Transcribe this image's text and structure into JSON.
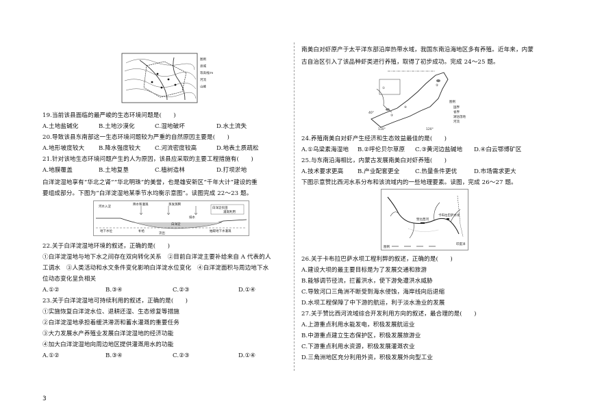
{
  "page_number": "3",
  "left": {
    "fig1_labels": [
      "图例",
      "县城",
      "等高线/m",
      "河流",
      "山峰"
    ],
    "q19": {
      "stem": "19.当前该县面临的最严峻的生态环境问题是(　　)",
      "opts": [
        "A.土地盐碱化",
        "B.土地沙漠化",
        "C.湿地破坏",
        "D.水土流失"
      ]
    },
    "q20": {
      "stem": "20.导致该县东南部这一生态环境问题较为严重的自然原因主要是(　　)",
      "opts": [
        "A.地形坡度较大",
        "B.降水强度较大",
        "C.河流密度较高",
        "D.地表土质疏松"
      ]
    },
    "q21": {
      "stem": "21.针对该地生态环境问题产生的人为原因，该县应采取的主要工程措施有(　　)",
      "opts": [
        "A.地膜覆盖",
        "B.土地复垦",
        "C.植树造林",
        "D.打坝淤地"
      ]
    },
    "intro22_l1": "白洋淀湿地享有“华北之肾”“华北明珠”的美誉，也是雄安新区“千年大计”建设的重",
    "intro22_l2": "要组成部分。下图为“白洋淀湿地某季节水均衡示意图”。读图完成 22～23 题。",
    "fig2_labels": [
      "河水入淀",
      "降水和灌溉",
      "蒸发蒸腾",
      "白洋淀农田",
      "排水",
      "白洋淀",
      "灌溉利用",
      "地下水位",
      "补给",
      "流出",
      "抽取地下水灌溉"
    ],
    "q22": {
      "stem": "22.关于白洋淀湿地环境的叙述，正确的是(　　)",
      "s1": "①白洋淀湿地与地下水之间存在双向转化关系　②目前白洋淀主要补给来自 A 代表的人",
      "s2": "工调水　③人类活动和水文条件变化影响白洋淀水位变化　④白洋淀面积与周边地下水",
      "s3": "位动态变化呈负相关",
      "opts": [
        "A.①②",
        "B.③④",
        "C.②③",
        "D.①④"
      ]
    },
    "q23": {
      "stem": "23.关于白洋淀湿地可持续利用的叙述，正确的是(　　)",
      "s1": "①实施恢复白洋淀水位、退耕还湿、生态修复等措施",
      "s2": "②白洋淀湿地承担着缓洪滞沥和蓄水灌溉的重要任务",
      "s3": "③大力发展水产养殖业发展白洋淀湿地的经济功能",
      "s4": "④加大白洋淀湿地向周边地区提供灌溉用水的功能",
      "opts": [
        "A.①②",
        "B.③④",
        "C.②③",
        "D.①④"
      ]
    }
  },
  "right": {
    "intro24_l1": "南美白对虾原产于太平洋东部沿岸热带水域，我国东南沿海地区多有养殖。近年来，内蒙",
    "intro24_l2": "古自治区引入了该品种虾类进行养殖，取得了初步成功。完成 24～25 题。",
    "fig3_labels": [
      "图例",
      "国界",
      "省界",
      "湖泊湿地",
      "河流",
      "40°",
      "110°",
      "120°"
    ],
    "q24": {
      "stem": "24.养殖南美白对虾产生经济和生态效益最佳的是(　　)",
      "opts": [
        "A.①乌梁素海湿地",
        "B.②呼伦贝尔草原",
        "C.③黄河边盐碱地",
        "D.④白云鄂博矿区"
      ]
    },
    "q25": {
      "stem": "25.与东南沿海相比，内蒙古发展南美白对虾养殖(　　)",
      "opts": [
        "A.技术要求更高",
        "B.产业配套更全",
        "C.热量条件更优",
        "D.市场需求更大"
      ]
    },
    "intro26": "下图示意赞比西河水系分布和该流域内的一些地理要素。读图，完成 26～27 题。",
    "fig4_labels": [
      "卡布拉巴萨水坝",
      "印度洋",
      "赞比西河",
      "图例"
    ],
    "q26": {
      "stem": "26.关于卡布拉巴萨水坝工程利弊的叙述，正确的是(　　)",
      "opts": [
        "A.建设大坝的最主要目标是为了发展交通和旅游",
        "B.能够调节径流，拦蓄洪水，使下游免遭洪水威胁",
        "C.导致河口三角洲不断受到海水侵蚀，海岸线向后退缩",
        "D.水坝工程保障了中下游的航运，利于淡水渔业的发展"
      ]
    },
    "q27": {
      "stem": "27.关于赞比西河流域综合开发利用方向的叙述，最合理的是(　　)",
      "opts": [
        "A.上游重点利用水能发电，积极发展航运业",
        "B.中游重点建立生态保护区，积极发展旅游业",
        "C.下游重点利用水资源，积极发展灌溉农业",
        "D.三角洲地区充分利用外资，积极发展外向型工业"
      ]
    }
  }
}
